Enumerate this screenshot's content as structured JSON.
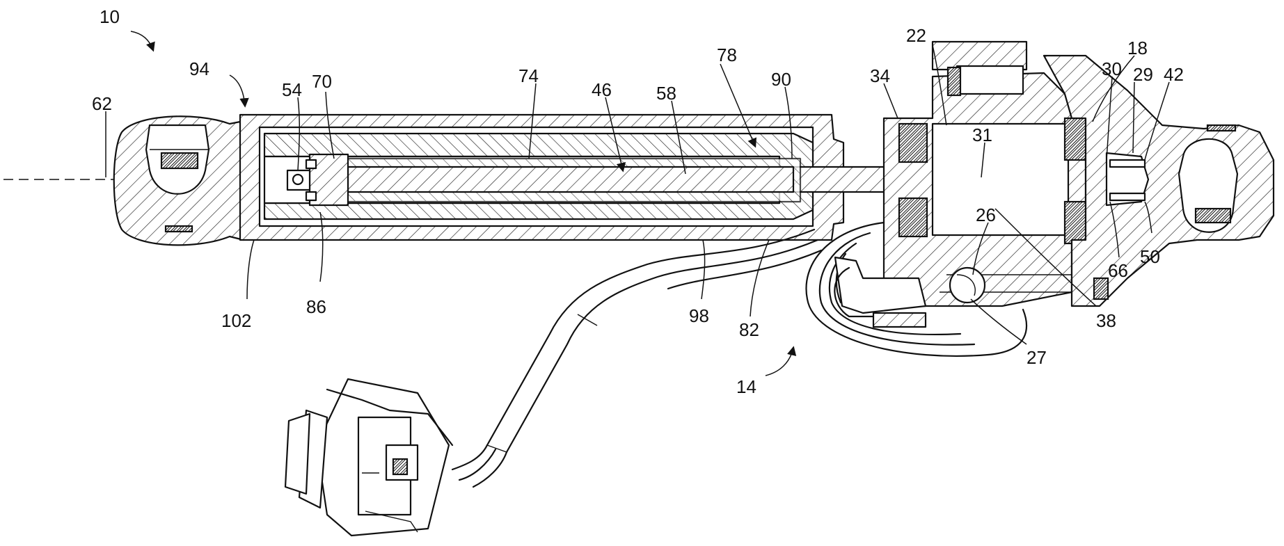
{
  "labels": {
    "l10": "10",
    "l94": "94",
    "l62": "62",
    "l54": "54",
    "l70": "70",
    "l74": "74",
    "l46": "46",
    "l58": "58",
    "l78": "78",
    "l90": "90",
    "l34": "34",
    "l22": "22",
    "l18": "18",
    "l30": "30",
    "l29": "29",
    "l42": "42",
    "l31": "31",
    "l26": "26",
    "l66": "66",
    "l50": "50",
    "l38": "38",
    "l27": "27",
    "l14": "14",
    "l98": "98",
    "l82": "82",
    "l86": "86",
    "l102": "102"
  }
}
